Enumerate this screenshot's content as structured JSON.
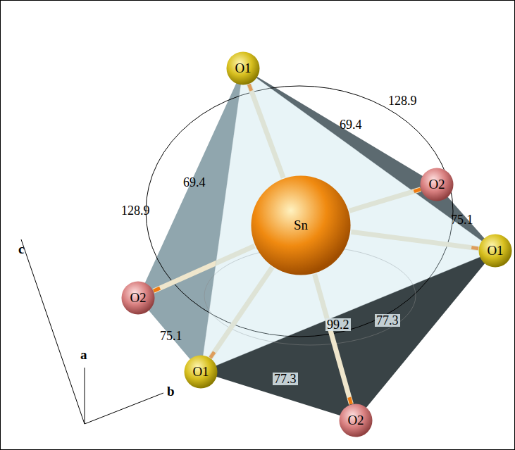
{
  "diagram": {
    "nodes": [
      {
        "text": [
          "O1"
        ]
      },
      {
        "text": [
          "O2"
        ]
      },
      {
        "text": [
          "Sn"
        ]
      },
      {
        "text": [
          "O1"
        ]
      },
      {
        "text": [
          "O2"
        ]
      },
      {
        "text": [
          "O1"
        ]
      },
      {
        "text": [
          "O2"
        ]
      }
    ],
    "edges": [
      {
        "from": 2,
        "to": 0,
        "arrow": "none"
      },
      {
        "from": 2,
        "to": 1,
        "arrow": "none"
      },
      {
        "from": 2,
        "to": 3,
        "arrow": "none"
      },
      {
        "from": 2,
        "to": 4,
        "arrow": "none"
      },
      {
        "from": 2,
        "to": 5,
        "arrow": "none"
      },
      {
        "from": 2,
        "to": 6,
        "arrow": "none"
      }
    ],
    "labels": [
      "128.9",
      "69.4",
      "69.4",
      "128.9",
      "75.1",
      "75.1",
      "99.2",
      "77.3",
      "77.3",
      "c",
      "a",
      "b"
    ]
  }
}
